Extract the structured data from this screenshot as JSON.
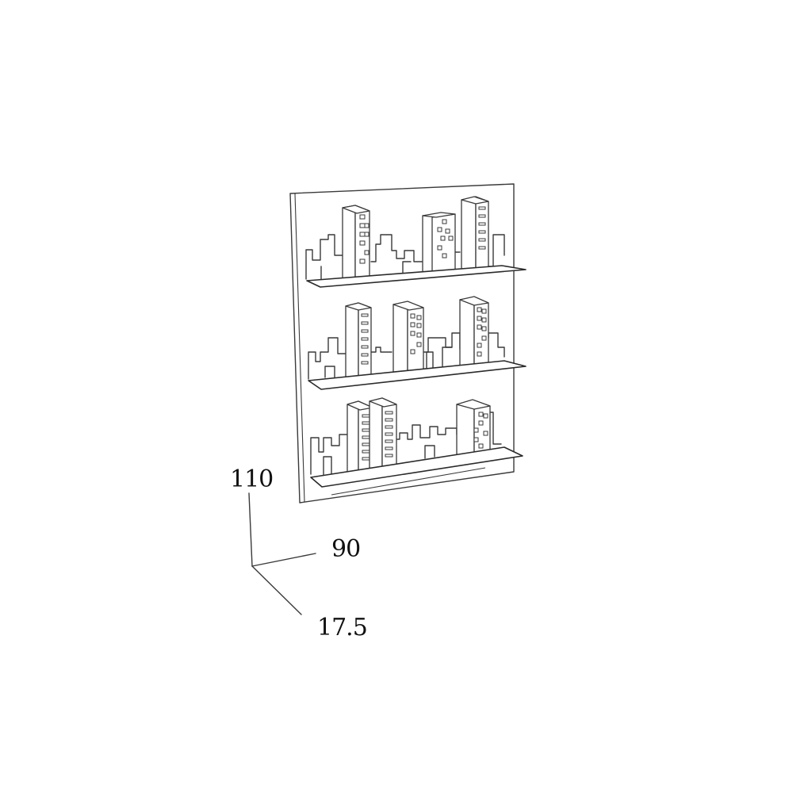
{
  "dimensions": {
    "height": "110",
    "width": "90",
    "depth": "17.5"
  }
}
